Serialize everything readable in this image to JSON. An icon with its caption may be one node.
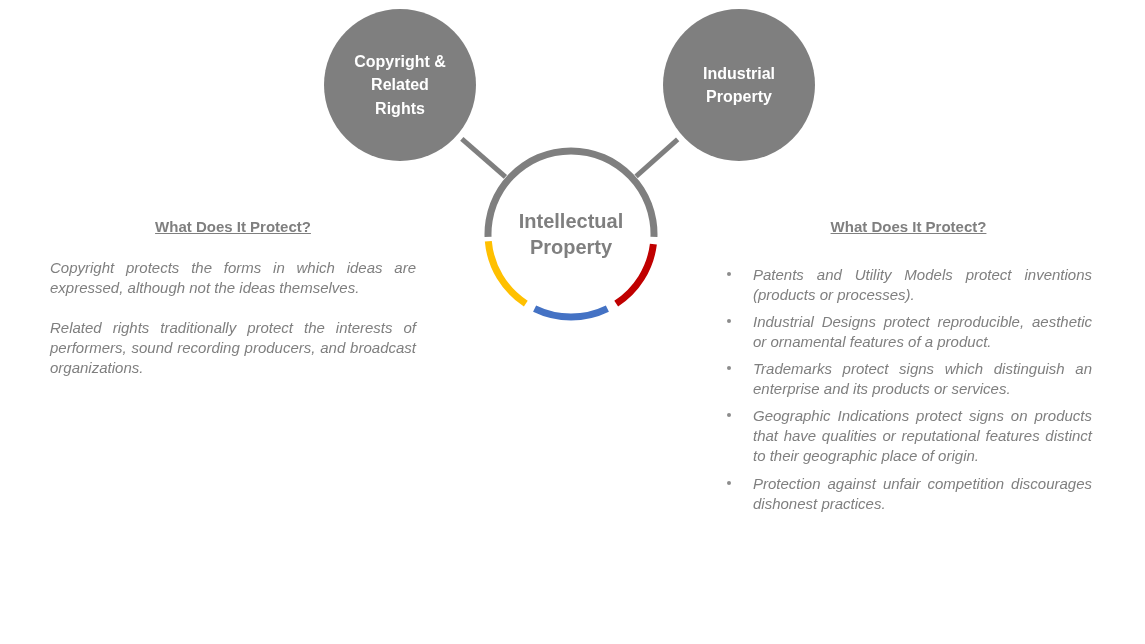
{
  "diagram": {
    "nodes": [
      {
        "text": [
          "Copyright & Related Rights"
        ]
      },
      {
        "text": [
          "Industrial Property"
        ]
      },
      {
        "text": [
          "Intellectual Property"
        ]
      }
    ],
    "edges": [
      {
        "from": 2,
        "to": 0,
        "arrow": "none"
      },
      {
        "from": 2,
        "to": 1,
        "arrow": "none"
      }
    ],
    "labels": [
      "What Does It Protect?",
      "Copyright protects the forms in which ideas are expressed, although not the ideas themselves.",
      "Related rights traditionally protect the interests of performers, sound recording producers, and broadcast organizations.",
      "What Does It Protect?",
      "Patents and Utility Models protect inventions (products or processes).",
      "Industrial Designs protect reproducible, aesthetic or ornamental features of a product.",
      "Trademarks protect signs which distinguish an enterprise and its products or services.",
      "Geographic Indications protect signs on products that have qualities or reputational features distinct to their geographic place of origin.",
      "Protection against unfair competition discourages dishonest practices."
    ]
  }
}
